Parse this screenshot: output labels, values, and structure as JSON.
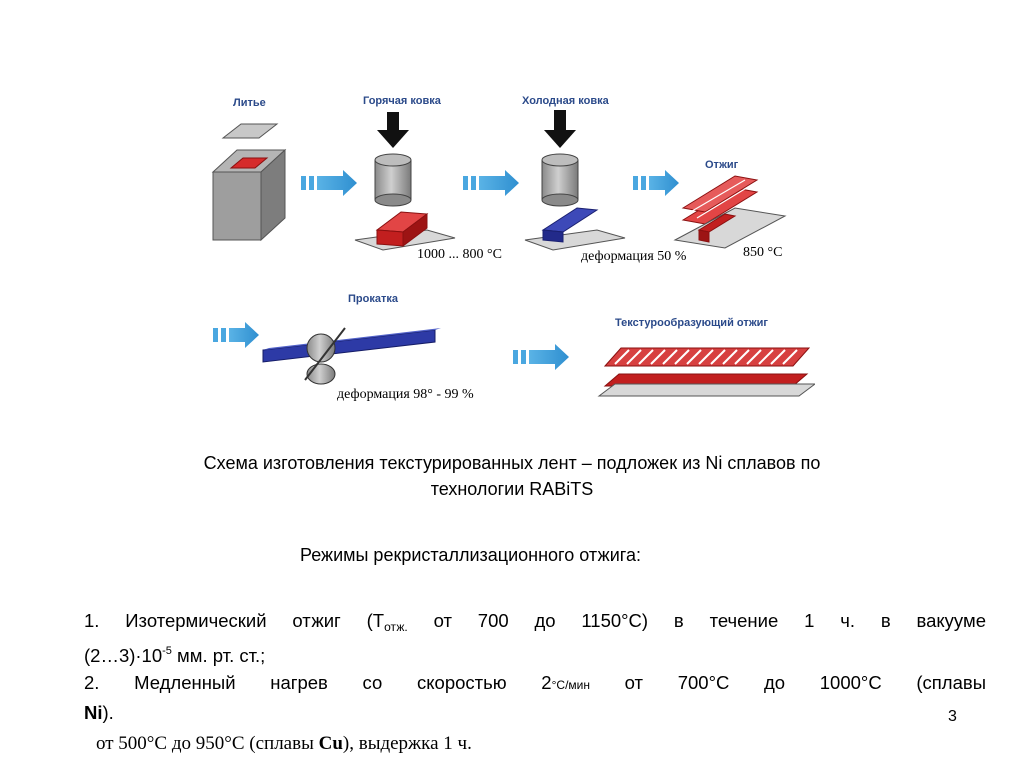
{
  "diagram": {
    "labels": {
      "casting": "Литье",
      "hot_forging": "Горячая ковка",
      "cold_forging": "Холодная ковка",
      "annealing": "Отжиг",
      "rolling": "Прокатка",
      "texture_annealing": "Текстурообразующий отжиг"
    },
    "annotations": {
      "hot_temp": "1000 ... 800 °C",
      "cold_deform": "деформация 50 %",
      "anneal_temp": "850 °C",
      "rolling_deform": "деформация 98° - 99 %"
    }
  },
  "caption": {
    "line1": "Схема изготовления текстурированных лент – подложек из Ni сплавов по",
    "line2": "технологии RABiTS"
  },
  "subtitle": "Режимы рекристаллизационного отжига:",
  "item1": {
    "a": " 1. Изотермический отжиг (Т",
    "sub": "отж.",
    "b": " от 700 до 1150°С) в течение 1 ч. в вакууме",
    "c": "(2…3)·10",
    "sup": "-5",
    "d": " мм. рт. ст.;"
  },
  "item2": {
    "a": " 2. Медленный нагрев со скоростью 2",
    "unit": "°С/мин",
    "b": " от 700°С до 1000°С (сплавы",
    "c": "Ni",
    "d": ")."
  },
  "line3": {
    "a": "от 500°С до 950°С (сплавы ",
    "b": "Cu",
    "c": "), выдержка 1 ч."
  },
  "page_number": "3"
}
